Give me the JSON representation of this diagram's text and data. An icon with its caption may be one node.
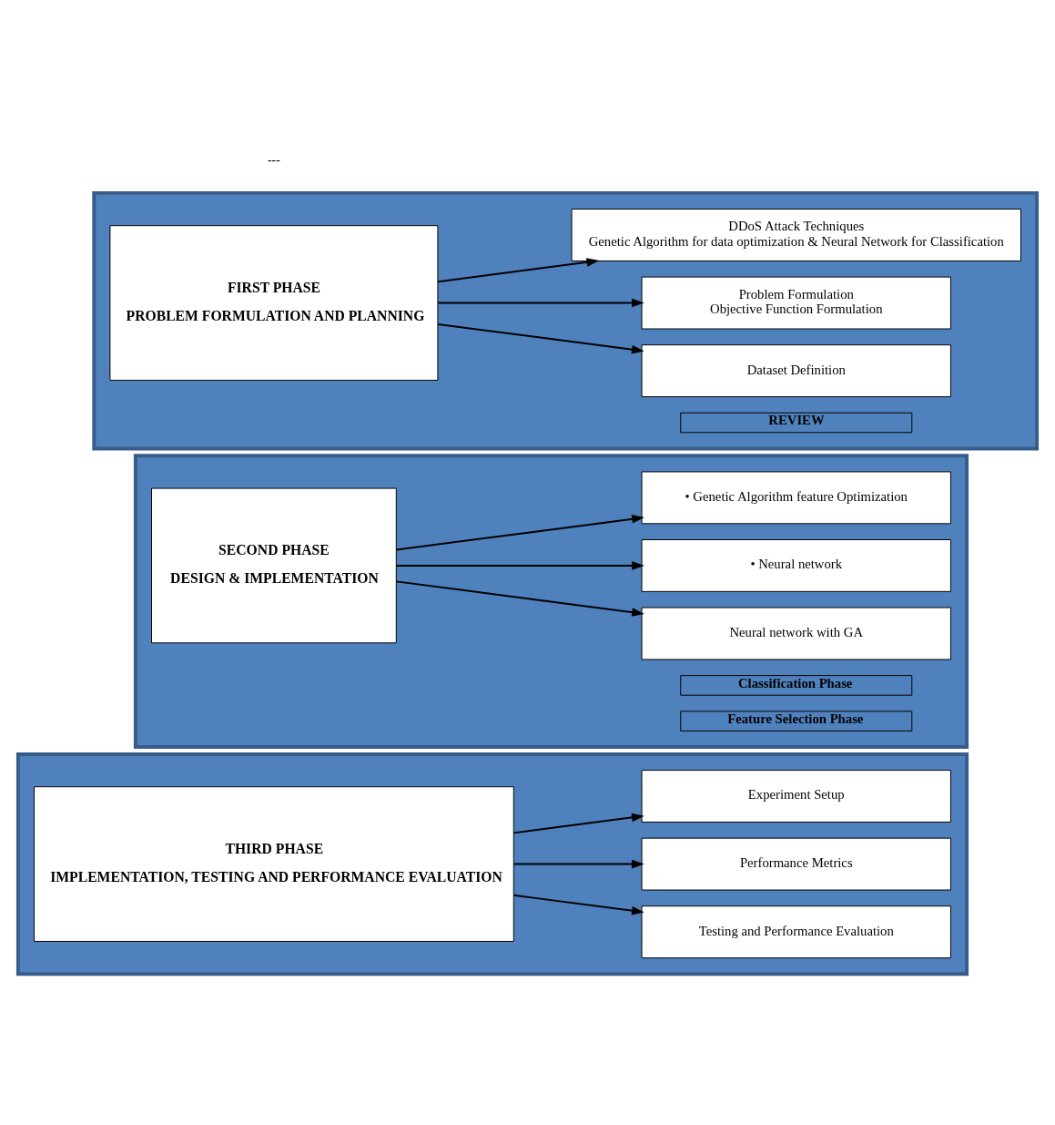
{
  "diagram": {
    "nodes": [
      {
        "text": [],
        "shape": "box"
      },
      {
        "text": [
          "FIRST PHASE",
          "PROBLEM FORMULATION AND PLANNING"
        ],
        "in": 0
      },
      {
        "text": [
          "REVIEW"
        ],
        "in": 0
      },
      {
        "text": [
          "DDoS Attack Techniques",
          "Genetic Algorithm for data optimization & Neural Network for Classification"
        ],
        "in": 0
      },
      {
        "text": [
          "Problem Formulation",
          "Objective Function Formulation"
        ],
        "in": 0
      },
      {
        "text": [
          "Dataset Definition"
        ],
        "in": 0
      },
      {
        "text": [],
        "shape": "box"
      },
      {
        "text": [
          "SECOND PHASE",
          "DESIGN & IMPLEMENTATION"
        ],
        "in": 6
      },
      {
        "text": [
          "Feature Selection Phase"
        ],
        "in": 6
      },
      {
        "text": [
          "• Genetic Algorithm feature Optimization"
        ],
        "in": 6
      },
      {
        "text": [
          "Classification Phase"
        ],
        "in": 6
      },
      {
        "text": [
          "• Neural network"
        ],
        "in": 6
      },
      {
        "text": [
          "Neural network with GA"
        ],
        "in": 6
      },
      {
        "text": [],
        "shape": "box"
      },
      {
        "text": [
          "THIRD PHASE",
          "IMPLEMENTATION, TESTING AND PERFORMANCE EVALUATION"
        ],
        "in": 13
      },
      {
        "text": [
          "Experiment Setup"
        ],
        "in": 13
      },
      {
        "text": [
          "Performance Metrics"
        ],
        "in": 13
      },
      {
        "text": [
          "Testing and Performance Evaluation"
        ],
        "in": 13
      }
    ],
    "edges": [
      {
        "from": 1,
        "to": 3,
        "arrow": "to"
      },
      {
        "from": 1,
        "to": 4,
        "arrow": "to"
      },
      {
        "from": 1,
        "to": 5,
        "arrow": "to"
      },
      {
        "from": 7,
        "to": 9,
        "arrow": "to"
      },
      {
        "from": 7,
        "to": 11,
        "arrow": "to"
      },
      {
        "from": 7,
        "to": 12,
        "arrow": "to"
      },
      {
        "from": 14,
        "to": 15,
        "arrow": "to"
      },
      {
        "from": 14,
        "to": 16,
        "arrow": "to"
      },
      {
        "from": 14,
        "to": 17,
        "arrow": "to"
      }
    ],
    "labels": [
      "---"
    ]
  }
}
